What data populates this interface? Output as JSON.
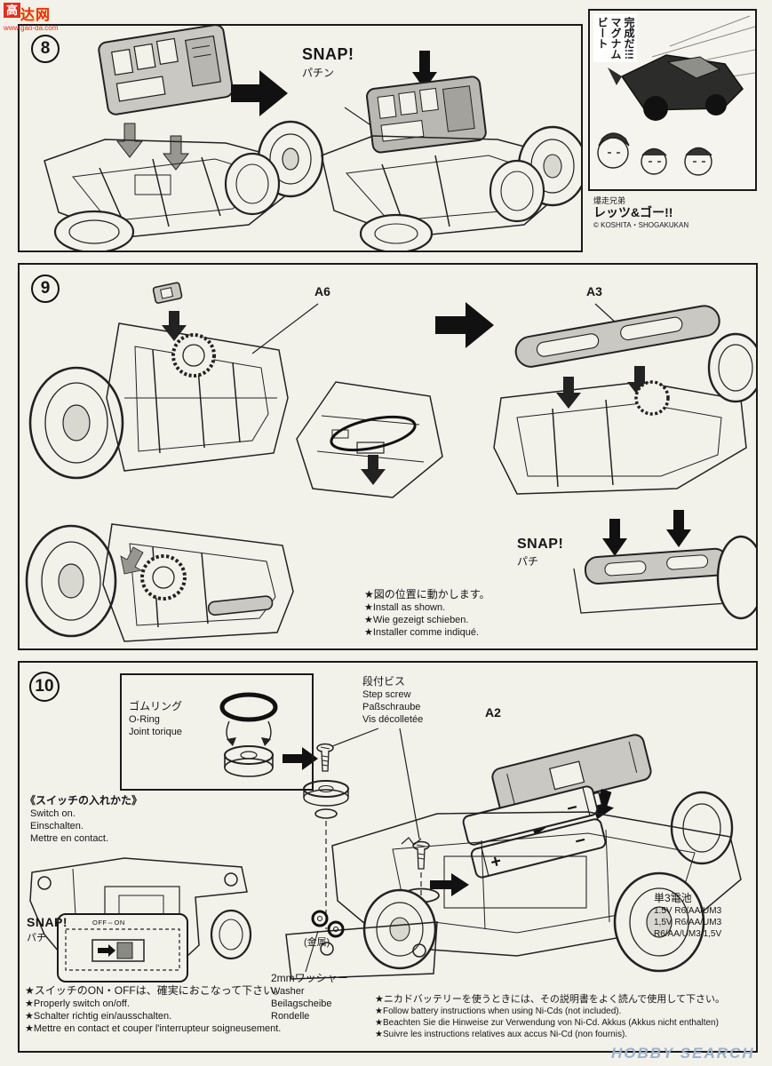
{
  "page": {
    "bg": "#f2f1ea",
    "line": "#1a1a1a",
    "part_gray": "#c9c8c2"
  },
  "watermark_topleft": {
    "logo_box": "高",
    "logo_rest": "达网",
    "url": "www.gao-da.com",
    "color": "#e03020"
  },
  "watermark_bottomright": {
    "text": "HOBBY SEARCH",
    "color": "#9db1c9"
  },
  "manga": {
    "vertical_title": "ビート\nマグナム\n完成だ!!!",
    "series_small": "爆走兄弟",
    "series_large": "レッツ&ゴー!!",
    "copyright": "© KOSHITA・SHOGAKUKAN"
  },
  "step8": {
    "number": "8",
    "snap_en": "SNAP!",
    "snap_ja": "パチン"
  },
  "step9": {
    "number": "9",
    "part_a6": "A6",
    "part_a3": "A3",
    "snap_en": "SNAP!",
    "snap_ja": "パチ",
    "notes": [
      "★図の位置に動かします。",
      "★Install as shown.",
      "★Wie gezeigt schieben.",
      "★Installer comme indiqué."
    ]
  },
  "step10": {
    "number": "10",
    "oring_labels": [
      "ゴムリング",
      "O-Ring",
      "Joint torique"
    ],
    "screw_labels": [
      "段付ビス",
      "Step screw",
      "Paßschraube",
      "Vis décolletée"
    ],
    "part_a2": "A2",
    "switch_title": "《スイッチの入れかた》",
    "switch_lines": [
      "Switch on.",
      "Einschalten.",
      "Mettre en contact."
    ],
    "snap_en": "SNAP!",
    "snap_ja": "パチ",
    "switch_range": "OFF⇔ON",
    "metal_note": "(金属)",
    "washer_labels": [
      "2mmワッシャー",
      "Washer",
      "Beilagscheibe",
      "Rondelle"
    ],
    "battery_labels": [
      "単3電池",
      "1.5V R6/AA/UM3",
      "1,5V R6/AA/UM3",
      "R6/AA/UM3 1,5V"
    ],
    "plus": "+",
    "minus": "−",
    "switch_notes": [
      "★スイッチのON・OFFは、確実におこなって下さい。",
      "★Properly switch on/off.",
      "★Schalter richtig ein/ausschalten.",
      "★Mettre en contact et couper l'interrupteur soigneusement."
    ],
    "battery_notes": [
      "★ニカドバッテリーを使うときには、その説明書をよく読んで使用して下さい。",
      "★Follow battery instructions when using Ni-Cds (not included).",
      "★Beachten Sie die Hinweise zur Verwendung von Ni-Cd. Akkus (Akkus nicht enthalten)",
      "★Suivre les instructions relatives aux accus Ni-Cd (non fournis)."
    ]
  }
}
